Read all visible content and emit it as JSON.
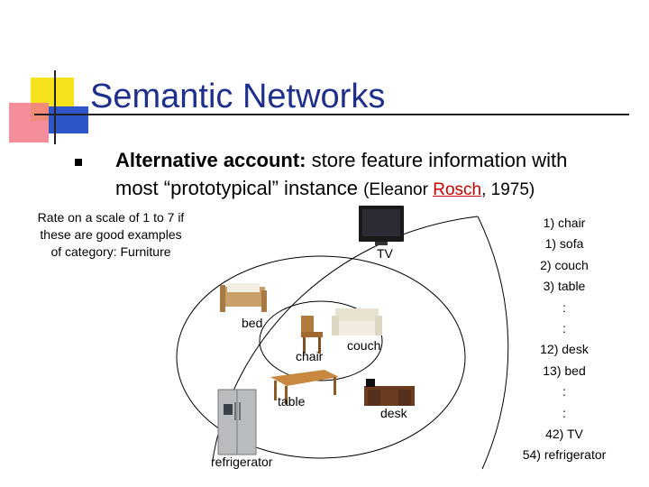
{
  "slide": {
    "title": "Semantic Networks",
    "bullet_bold": "Alternative account:",
    "bullet_rest": " store feature information with",
    "bullet_line2_a": "most “prototypical” instance ",
    "bullet_line2_b": "(Eleanor ",
    "bullet_line2_link": "Rosch",
    "bullet_line2_c": ", 1975)"
  },
  "instruction": {
    "line1": "Rate on a scale of 1 to 7 if",
    "line2": "these are good examples",
    "line3_a": "of category",
    "line3_b": ": Furniture"
  },
  "items": {
    "tv": "TV",
    "bed": "bed",
    "chair": "chair",
    "couch": "couch",
    "table": "table",
    "desk": "desk",
    "refrigerator": "refrigerator"
  },
  "ranking": [
    "1) chair",
    "1) sofa",
    "2) couch",
    "3) table",
    ":",
    ":",
    "12) desk",
    "13) bed",
    ":",
    ":",
    "42) TV",
    "54) refrigerator"
  ],
  "colors": {
    "title": "#1e2f8c",
    "link": "#cc0000",
    "deco_yellow": "#f5e21c",
    "deco_red": "#f07a8a",
    "deco_blue": "#2f56c8"
  }
}
